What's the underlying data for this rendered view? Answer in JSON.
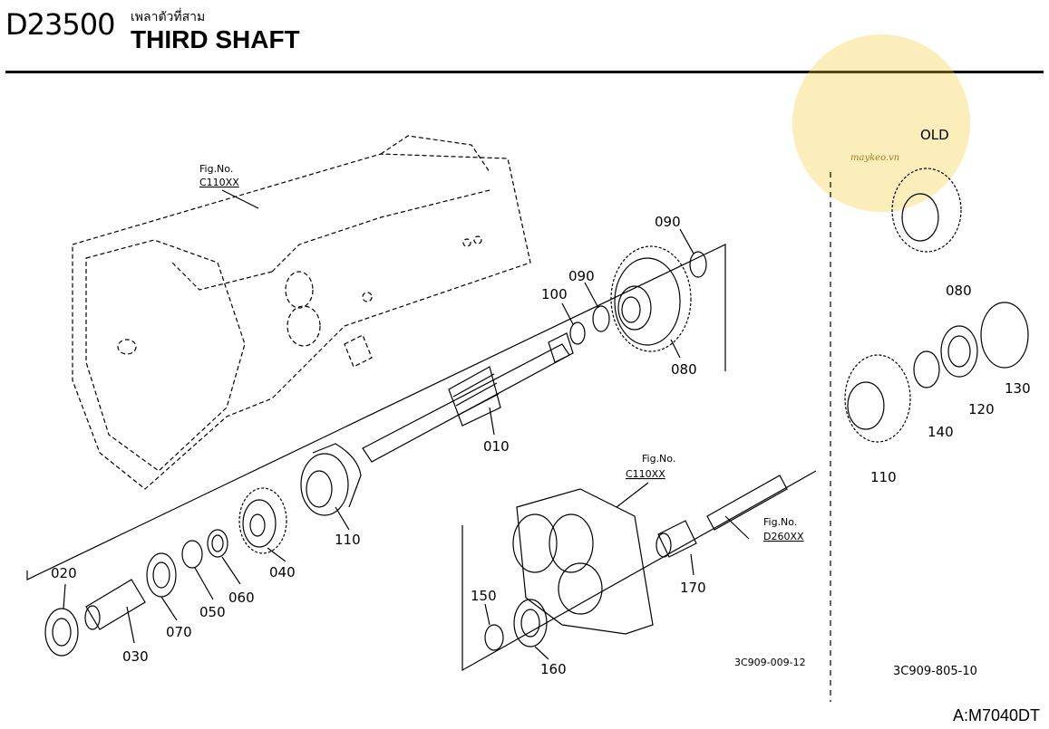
{
  "header": {
    "code": "D23500",
    "thai_title": "เพลาตัวที่สาม",
    "title": "THIRD SHAFT"
  },
  "figure_refs": {
    "main": {
      "line1": "Fig.No.",
      "line2": "C110XX"
    },
    "housing": {
      "line1": "Fig.No.",
      "line2": "C110XX"
    },
    "shaft": {
      "line1": "Fig.No.",
      "line2": "D260XX"
    }
  },
  "parts": {
    "p010": "010",
    "p020": "020",
    "p030": "030",
    "p040": "040",
    "p050": "050",
    "p060": "060",
    "p070": "070",
    "p080": "080",
    "p090a": "090",
    "p090b": "090",
    "p100": "100",
    "p110": "110",
    "p150": "150",
    "p160": "160",
    "p170": "170",
    "old080": "080",
    "old110": "110",
    "old120": "120",
    "old130": "130",
    "old140": "140"
  },
  "old_label": "OLD",
  "watermark_text": "maykeo.vn",
  "drawing_codes": {
    "main": "3C909-009-12",
    "old": "3C909-805-10"
  },
  "model": "A:M7040DT",
  "colors": {
    "watermark": "#f5cd3c",
    "ink": "#000000"
  }
}
